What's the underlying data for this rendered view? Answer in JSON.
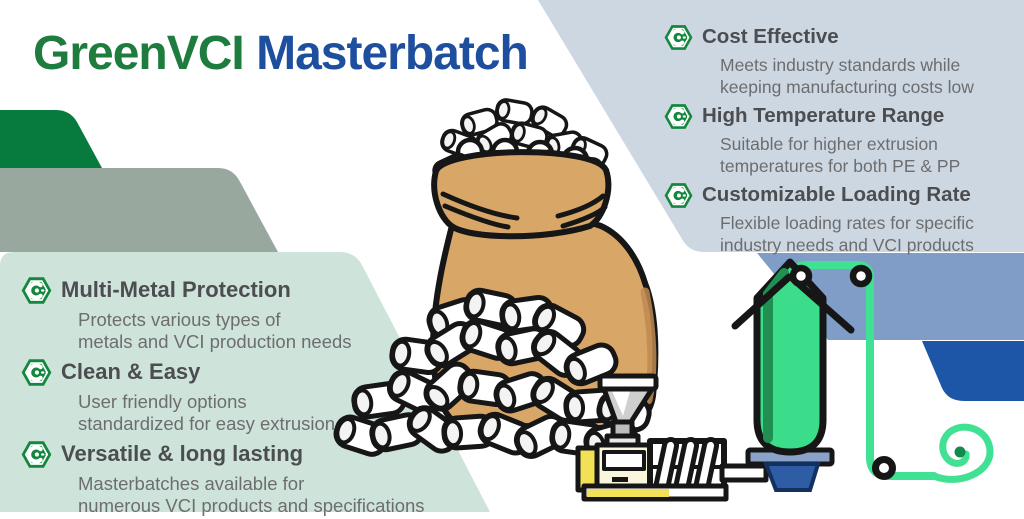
{
  "title": {
    "green_text": "GreenVCI",
    "blue_text": "Masterbatch"
  },
  "features_right": [
    {
      "title": "Cost Effective",
      "lines": [
        "Meets industry standards while",
        "keeping manufacturing costs low"
      ]
    },
    {
      "title": "High Temperature Range",
      "lines": [
        "Suitable for higher extrusion",
        "temperatures for both PE & PP"
      ]
    },
    {
      "title": "Customizable Loading Rate",
      "lines": [
        "Flexible loading rates for specific",
        "industry needs and VCI products"
      ]
    }
  ],
  "features_left": [
    {
      "title": "Multi-Metal Protection",
      "lines": [
        "Protects various types of",
        "metals and VCI production needs"
      ]
    },
    {
      "title": "Clean & Easy",
      "lines": [
        "User friendly options",
        "standardized for easy extrusion"
      ]
    },
    {
      "title": "Versatile & long lasting",
      "lines": [
        "Masterbatches available for",
        "numerous VCI products and specifications"
      ]
    }
  ],
  "icons": {
    "feature_bullet": "greenvci-hexagon-logo-icon"
  },
  "colors": {
    "title_green": "#1d7c3e",
    "title_blue": "#1e4f9e",
    "heading_gray": "#4c4d50",
    "body_gray": "#6d6d70",
    "band_dark_green": "#077a3e",
    "band_sage": "#99a89f",
    "panel_mint": "#cee4da",
    "panel_blue_gray": "#ccd7e1",
    "band_steel_blue": "#7f9dc6",
    "band_dark_blue": "#1d56a6",
    "icon_green": "#14873f",
    "sack_tan": "#d8a667",
    "pellet_white": "#ffffff",
    "machine_yellow": "#f2e156",
    "machine_cream": "#faf6dd",
    "tank_green": "#3bdd8a",
    "film_green": "#40e192"
  },
  "illustration": {
    "elements": [
      "sack-of-white-pellets",
      "pellet-pile",
      "gray-funnel",
      "extruder-machine",
      "blown-film-tower",
      "film-line-with-pulleys",
      "film-roll-spiral"
    ]
  }
}
